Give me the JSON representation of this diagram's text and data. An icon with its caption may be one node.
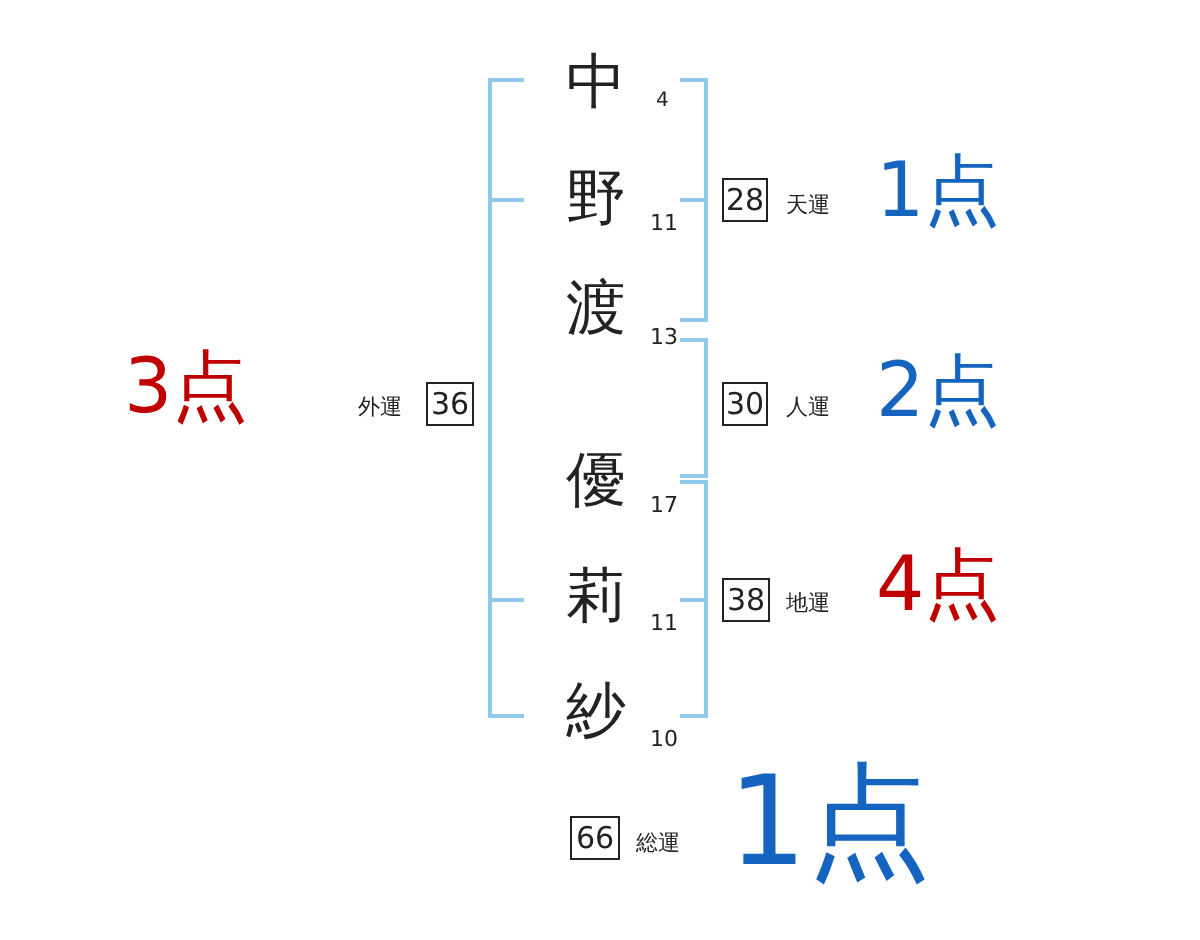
{
  "diagram": {
    "nodes": [
      {
        "text": [
          "28"
        ],
        "beside": [
          "天運"
        ]
      },
      {
        "text": [
          "36"
        ],
        "beside": [
          "外運"
        ]
      },
      {
        "text": [
          "30"
        ],
        "beside": [
          "人運"
        ]
      },
      {
        "text": [
          "38"
        ],
        "beside": [
          "地運"
        ]
      },
      {
        "text": [
          "66"
        ],
        "beside": [
          "総運"
        ]
      }
    ],
    "labels": [
      "中",
      "4",
      "野",
      "11",
      "1点",
      "渡",
      "13",
      "3点",
      "2点",
      "優",
      "17",
      "莉",
      "11",
      "4点",
      "紗",
      "10",
      "1点"
    ]
  }
}
